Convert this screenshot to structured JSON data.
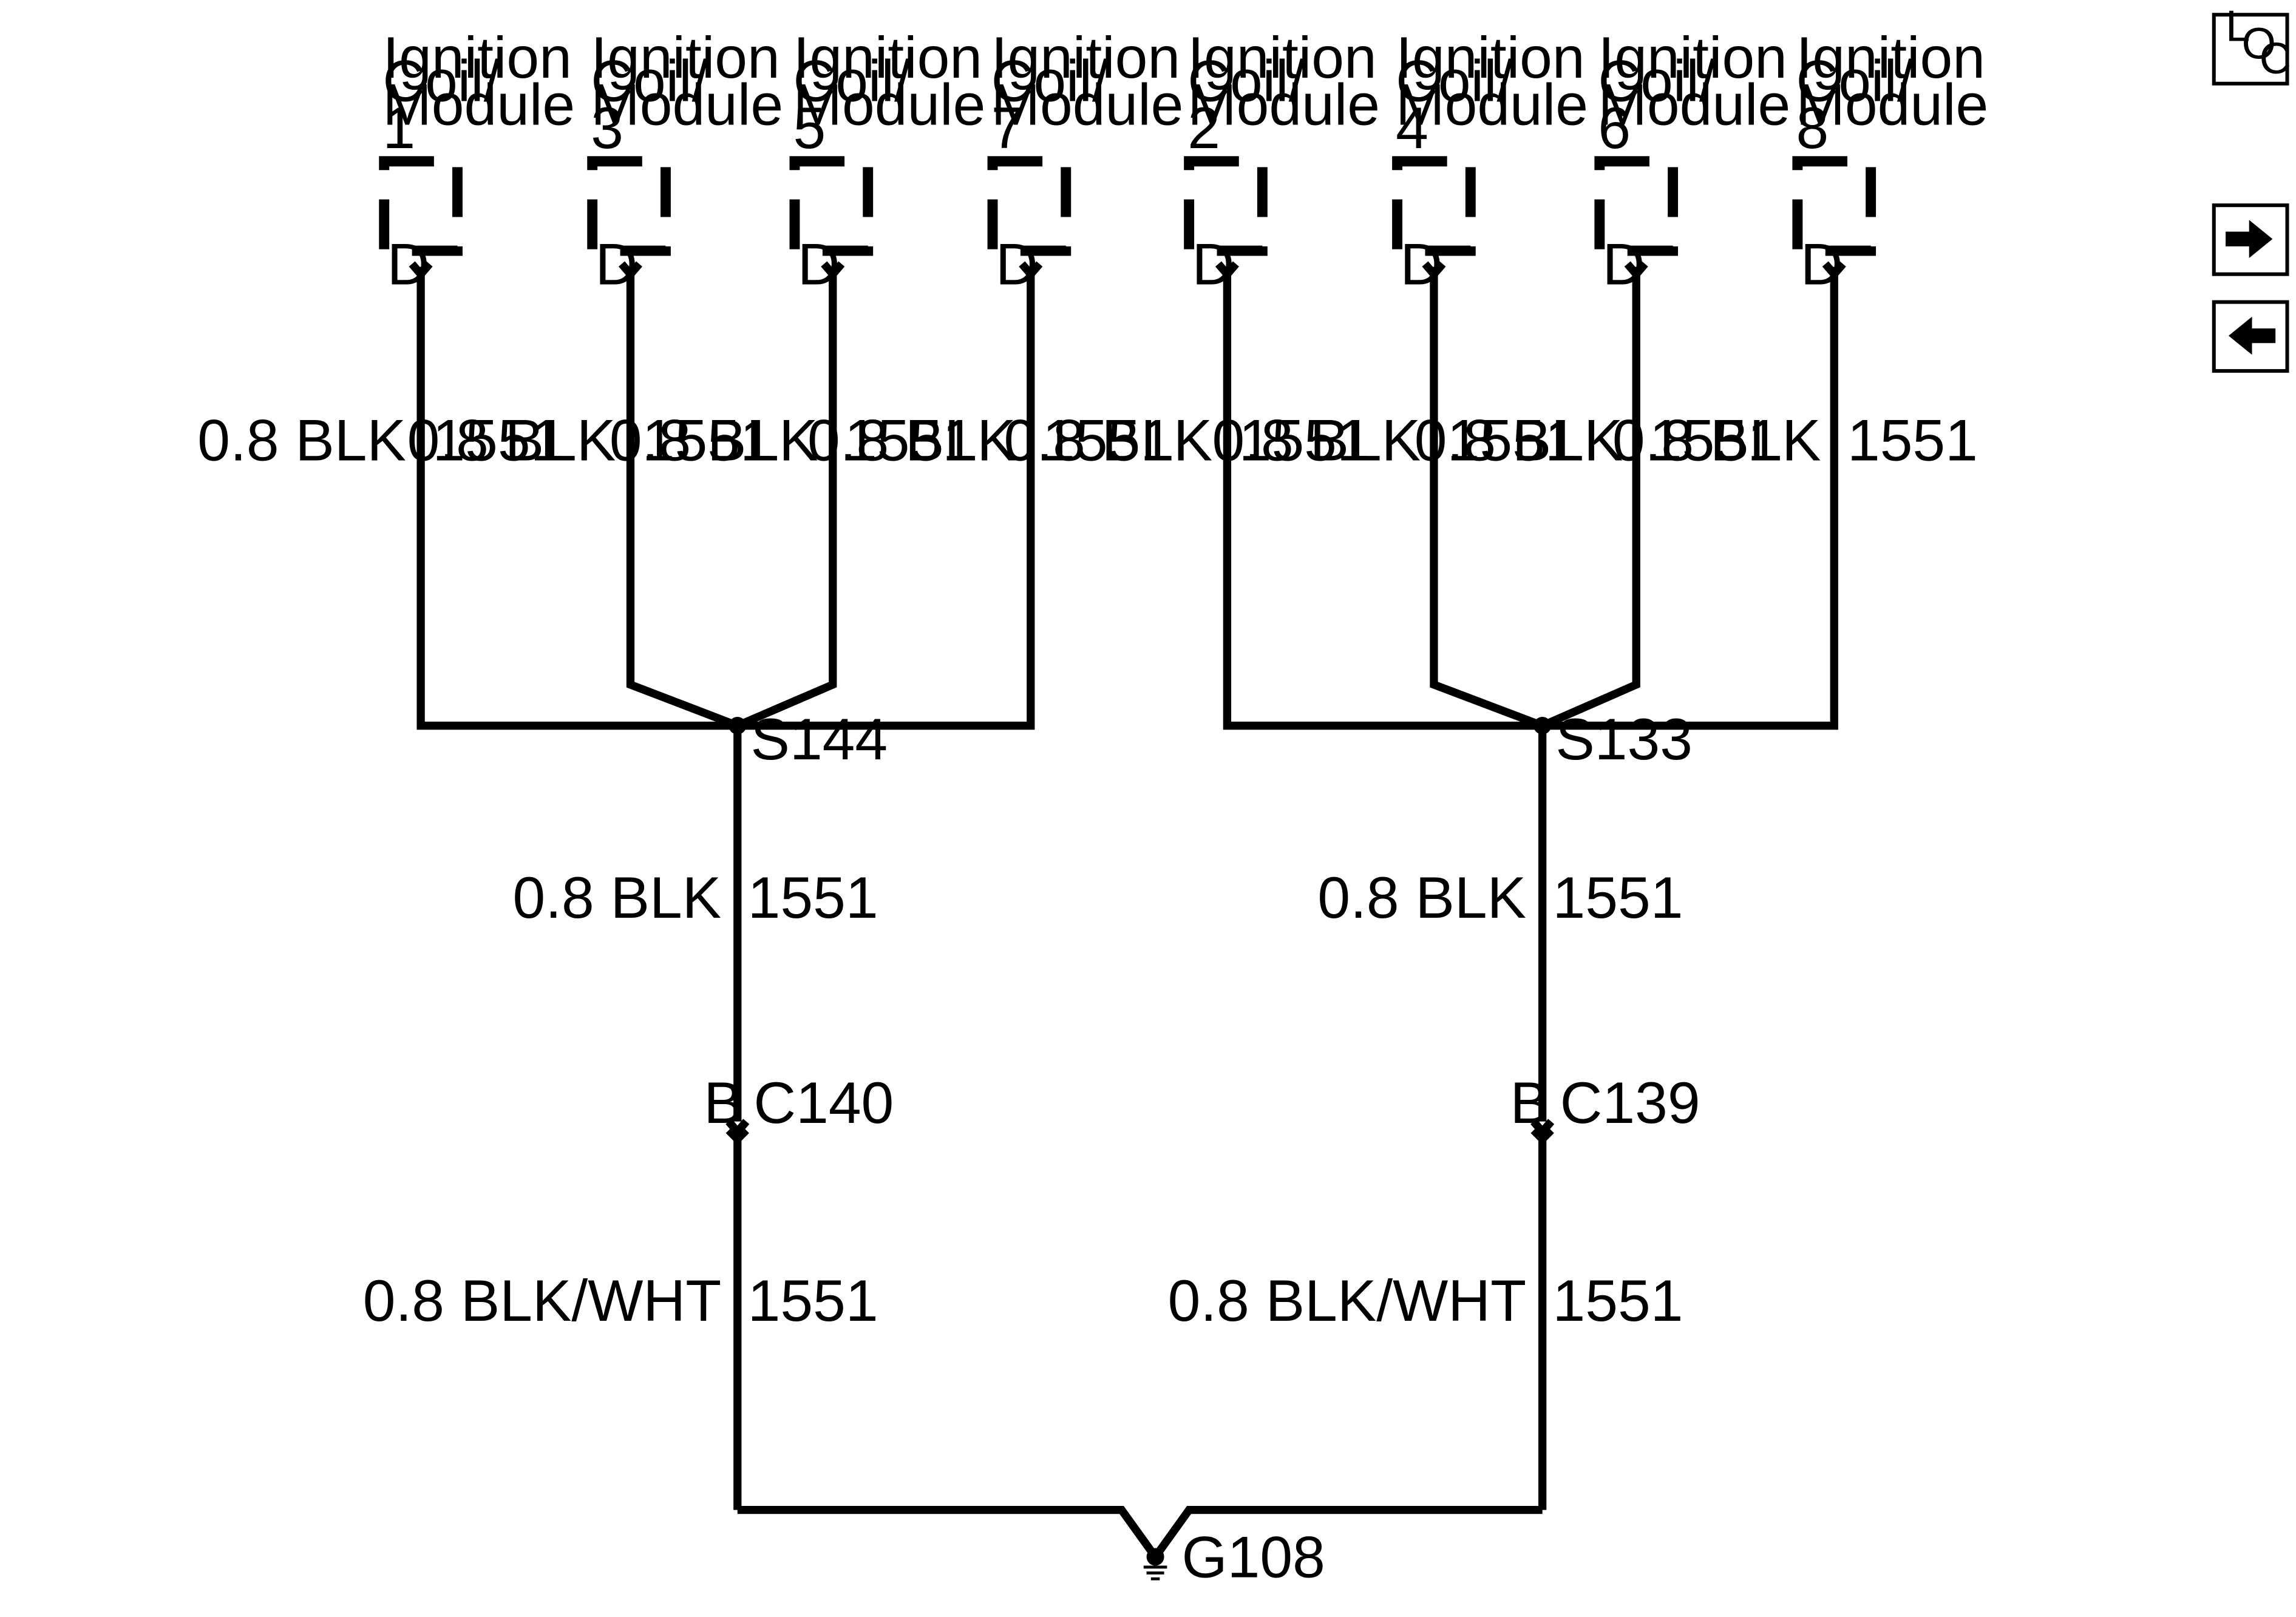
{
  "coil_label_lines": [
    "Ignition",
    "Coil/",
    "Module"
  ],
  "coils": [
    {
      "number": "1",
      "pin": "D",
      "wire_size_color": "0.8 BLK",
      "circuit": "1551"
    },
    {
      "number": "3",
      "pin": "D",
      "wire_size_color": "0.8 BLK",
      "circuit": "1551"
    },
    {
      "number": "5",
      "pin": "D",
      "wire_size_color": "0.8 BLK",
      "circuit": "1551"
    },
    {
      "number": "7",
      "pin": "D",
      "wire_size_color": "0.8 BLK",
      "circuit": "1551"
    },
    {
      "number": "2",
      "pin": "D",
      "wire_size_color": "0.8 BLK",
      "circuit": "1551"
    },
    {
      "number": "4",
      "pin": "D",
      "wire_size_color": "0.8 BLK",
      "circuit": "1551"
    },
    {
      "number": "6",
      "pin": "D",
      "wire_size_color": "0.8 BLK",
      "circuit": "1551"
    },
    {
      "number": "8",
      "pin": "D",
      "wire_size_color": "0.8 BLK",
      "circuit": "1551"
    }
  ],
  "branches": [
    {
      "splice": "S144",
      "upper_wire": {
        "size_color": "0.8 BLK",
        "circuit": "1551"
      },
      "connector": {
        "name": "C140",
        "pin": "B"
      },
      "lower_wire": {
        "size_color": "0.8 BLK/WHT",
        "circuit": "1551"
      }
    },
    {
      "splice": "S133",
      "upper_wire": {
        "size_color": "0.8 BLK",
        "circuit": "1551"
      },
      "connector": {
        "name": "C139",
        "pin": "B"
      },
      "lower_wire": {
        "size_color": "0.8 BLK/WHT",
        "circuit": "1551"
      }
    }
  ],
  "ground": {
    "name": "G108"
  },
  "nav": {
    "loc_letters": [
      "L",
      "O",
      "C"
    ],
    "next_icon": "arrow-right-icon",
    "prev_icon": "arrow-left-icon"
  },
  "colors": {
    "line": "#000000",
    "background": "#ffffff"
  }
}
